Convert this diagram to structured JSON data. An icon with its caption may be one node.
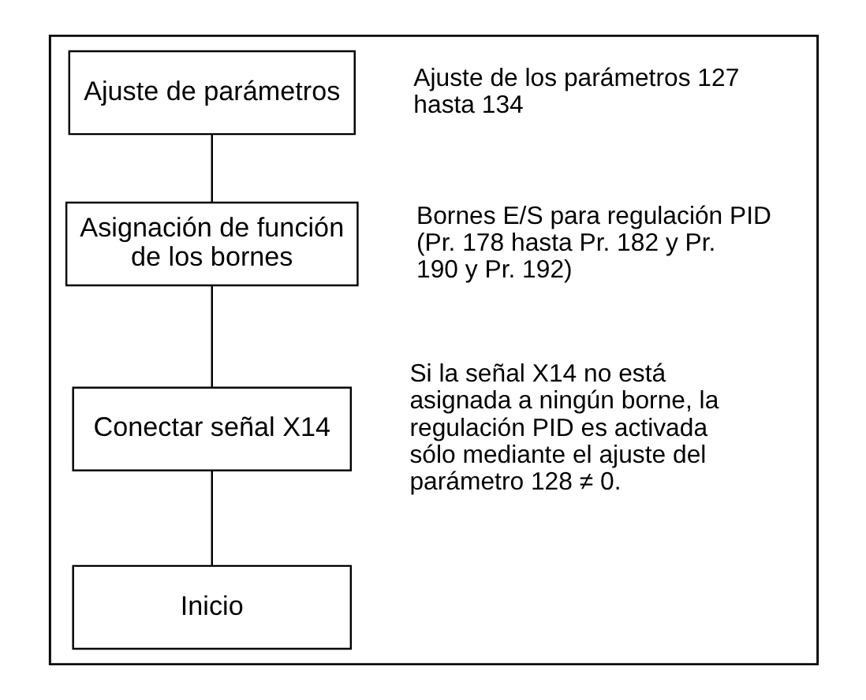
{
  "diagram": {
    "nodes": [
      {
        "text": [],
        "shape": "box"
      },
      {
        "text": [
          "Ajuste de parámetros"
        ],
        "beside": [
          "Ajuste de los parámetros 127 hasta 134"
        ],
        "in": 0
      },
      {
        "text": [
          "Asignación de función de los bornes"
        ],
        "beside": [
          "Bornes E/S para regulación PID (Pr. 178 hasta Pr. 182 y Pr. 190 y Pr. 192)"
        ],
        "in": 0
      },
      {
        "text": [
          "Conectar señal X14"
        ],
        "beside": [
          "Si la señal X14 no está asignada a ningún borne, la regulación PID es activada sólo mediante el ajuste del parámetro 128 ≠ 0."
        ],
        "in": 0
      },
      {
        "text": [
          "Inicio"
        ],
        "in": 0
      }
    ],
    "edges": [
      {
        "from": 1,
        "to": 2,
        "arrow": "none"
      },
      {
        "from": 2,
        "to": 3,
        "arrow": "none"
      },
      {
        "from": 3,
        "to": 4,
        "arrow": "none"
      }
    ]
  }
}
